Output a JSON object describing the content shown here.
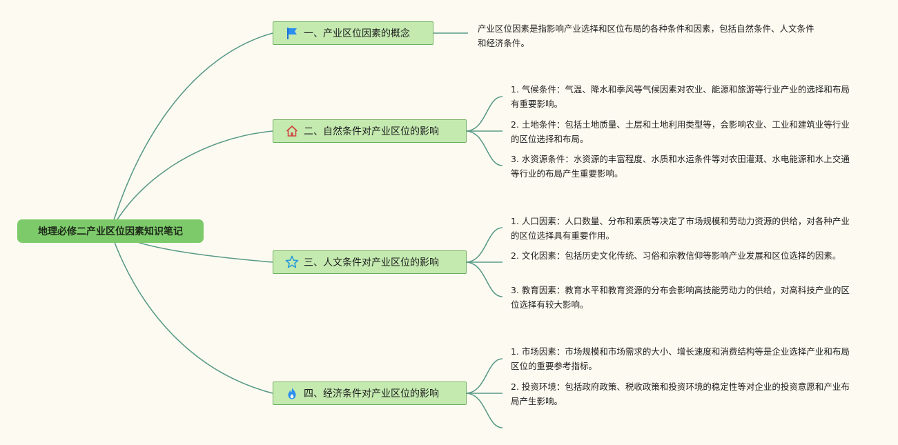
{
  "root": {
    "title": "地理必修二产业区位因素知识笔记"
  },
  "topics": [
    {
      "label": "一、产业区位因素的概念",
      "icon": "flag-icon",
      "notes": [
        "产业区位因素是指影响产业选择和区位布局的各种条件和因素，包括自然条件、人文条件和经济条件。"
      ]
    },
    {
      "label": "二、自然条件对产业区位的影响",
      "icon": "house-icon",
      "notes": [
        "1. 气候条件：气温、降水和季风等气候因素对农业、能源和旅游等行业产业的选择和布局有重要影响。",
        "2. 土地条件：包括土地质量、土层和土地利用类型等，会影响农业、工业和建筑业等行业的区位选择和布局。",
        "3. 水资源条件：水资源的丰富程度、水质和水运条件等对农田灌溉、水电能源和水上交通等行业的布局产生重要影响。"
      ]
    },
    {
      "label": "三、人文条件对产业区位的影响",
      "icon": "star-icon",
      "notes": [
        "1. 人口因素：人口数量、分布和素质等决定了市场规模和劳动力资源的供给，对各种产业的区位选择具有重要作用。",
        "2. 文化因素：包括历史文化传统、习俗和宗教信仰等影响产业发展和区位选择的因素。",
        "3. 教育因素：教育水平和教育资源的分布会影响高技能劳动力的供给，对高科技产业的区位选择有较大影响。"
      ]
    },
    {
      "label": "四、经济条件对产业区位的影响",
      "icon": "fire-icon",
      "notes": [
        "1. 市场因素：市场规模和市场需求的大小、增长速度和消费结构等是企业选择产业和布局区位的重要参考指标。",
        "2. 投资环境：包括政府政策、税收政策和投资环境的稳定性等对企业的投资意愿和产业布局产生影响。",
        ""
      ]
    }
  ],
  "colors": {
    "connector": "#5a9a88",
    "root": "#7dca6a",
    "topic": "#c4eab0",
    "topic_border": "#6fae5e",
    "background": "#fdfbf1"
  }
}
